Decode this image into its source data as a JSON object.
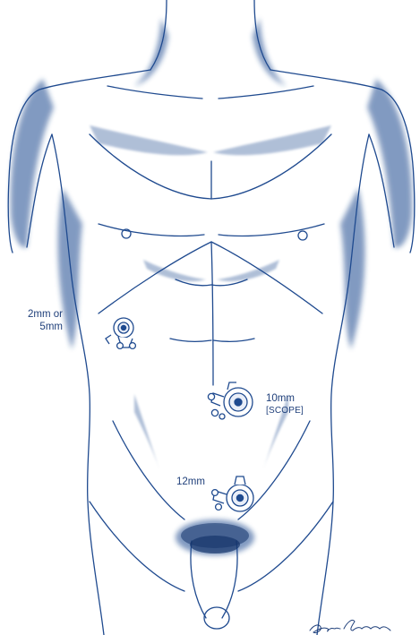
{
  "colors": {
    "ink": "#1f4a8f",
    "ink_dark": "#16356b",
    "label": "#1f3f7a",
    "background": "#ffffff"
  },
  "ports": [
    {
      "id": "left",
      "label_line1": "2mm or",
      "label_line2": "5mm"
    },
    {
      "id": "scope",
      "label_line1": "10mm",
      "label_line2": "[SCOPE]"
    },
    {
      "id": "lower",
      "label_line1": "12mm"
    }
  ],
  "signature": {
    "text": "Simon Kimm",
    "style": "handwritten"
  }
}
